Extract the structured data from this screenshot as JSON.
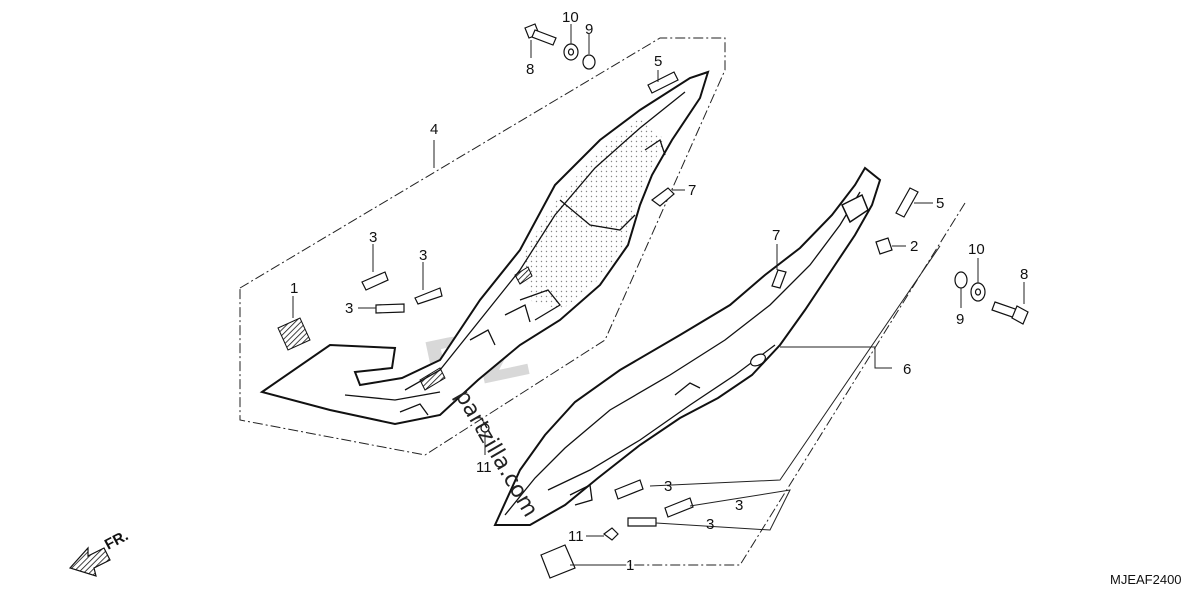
{
  "diagram_code": "MJEAF2400",
  "direction_label": "FR.",
  "watermark": "partzilla.com",
  "callouts": {
    "c1_left": "1",
    "c1_bottom": "1",
    "c2": "2",
    "c3_a": "3",
    "c3_b": "3",
    "c3_c": "3",
    "c3_d": "3",
    "c3_e": "3",
    "c3_f": "3",
    "c4": "4",
    "c5_top": "5",
    "c5_right": "5",
    "c6": "6",
    "c7_a": "7",
    "c7_b": "7",
    "c8_top": "8",
    "c8_right": "8",
    "c9_top": "9",
    "c9_right": "9",
    "c10_top": "10",
    "c10_right": "10",
    "c11_left": "11",
    "c11_bottom": "11"
  }
}
